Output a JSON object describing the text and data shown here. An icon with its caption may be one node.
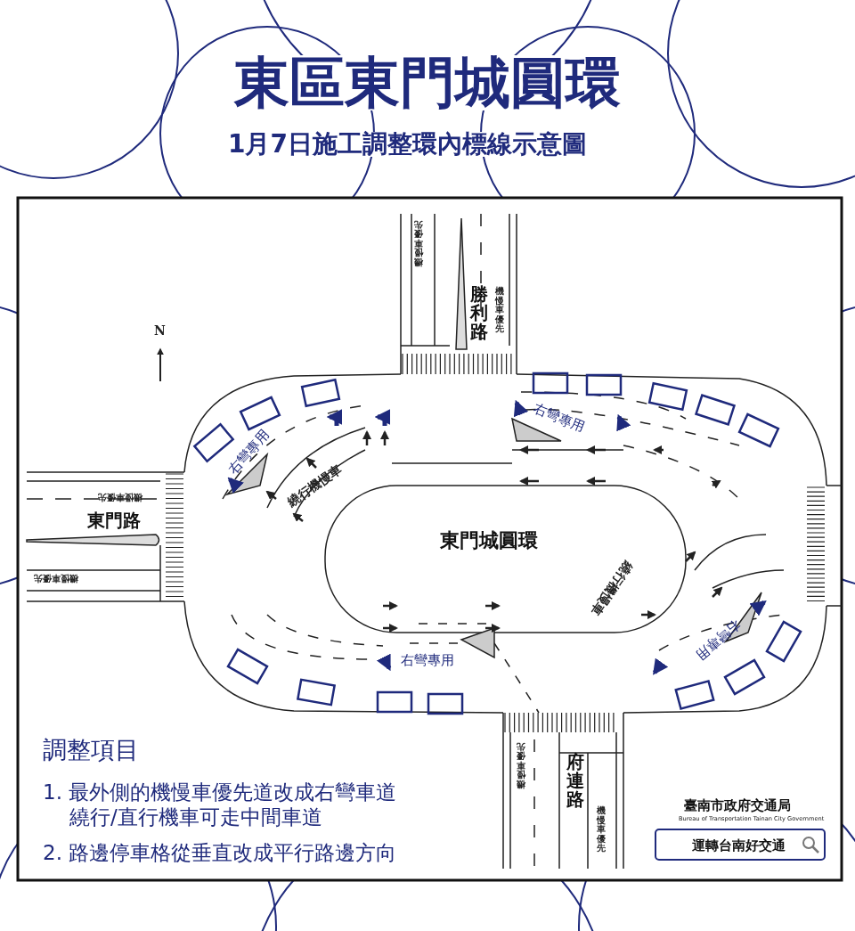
{
  "diagram": {
    "title": "東區東門城圓環",
    "labels": [
      "1月7日施工調整環內標線示意圖",
      "機慢車優先",
      "勝利路",
      "機慢車優先",
      "N",
      "右彎專用",
      "右彎專用",
      "繞行機慢車",
      "機慢車優先",
      "東門路",
      "東門城圓環",
      "機慢車優先",
      "繞行機慢車",
      "右彎專用",
      "右彎專用",
      "機慢車優先",
      "府連路",
      "機慢車優先",
      "調整項目",
      "1. 最外側的機慢車優先道改成右彎車道",
      "繞行/直行機車可走中間車道",
      "2. 路邊停車格從垂直改成平行路邊方向",
      "臺南市政府交通局",
      "Bureau of Transportation Tainan City Government",
      "運轉台南好交通"
    ]
  }
}
